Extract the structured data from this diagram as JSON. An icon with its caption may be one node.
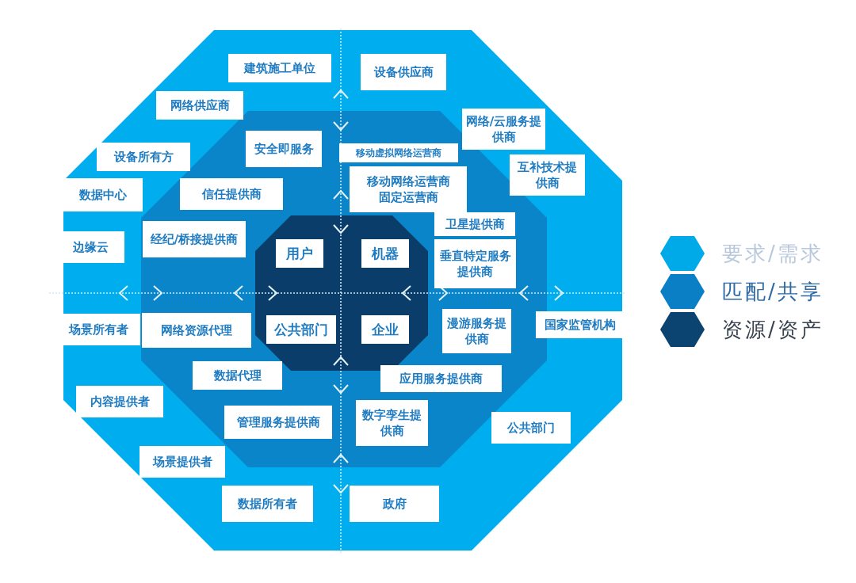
{
  "diagram": {
    "nodes": [
      {
        "text": [],
        "shape": "octagon"
      },
      {
        "text": [],
        "shape": "octagon",
        "in": 0
      },
      {
        "text": [],
        "shape": "octagon",
        "in": 1
      },
      {
        "text": [
          "建筑施工单位"
        ],
        "in": 0
      },
      {
        "text": [
          "设备供应商"
        ],
        "in": 0
      },
      {
        "text": [
          "网络供应商"
        ],
        "in": 0
      },
      {
        "text": [
          "网络/云服务提供商"
        ],
        "in": 0
      },
      {
        "text": [
          "设备所有方"
        ],
        "in": 0
      },
      {
        "text": [
          "互补技术提供商"
        ],
        "in": 0
      },
      {
        "text": [
          "数据中心"
        ],
        "in": 0
      },
      {
        "text": [
          "边缘云"
        ],
        "in": 0
      },
      {
        "text": [
          "场景所有者"
        ],
        "in": 0
      },
      {
        "text": [
          "国家监管机构"
        ],
        "in": 0
      },
      {
        "text": [
          "内容提供者"
        ],
        "in": 0
      },
      {
        "text": [
          "公共部门"
        ],
        "in": 0
      },
      {
        "text": [
          "场景提供者"
        ],
        "in": 0
      },
      {
        "text": [
          "数据所有者"
        ],
        "in": 0
      },
      {
        "text": [
          "政府"
        ],
        "in": 0
      },
      {
        "text": [
          "安全即服务"
        ],
        "in": 1
      },
      {
        "text": [
          "移动虚拟网络运营商"
        ],
        "in": 1
      },
      {
        "text": [
          "信任提供商"
        ],
        "in": 1
      },
      {
        "text": [
          "移动网络运营商",
          "固定运营商"
        ],
        "in": 1
      },
      {
        "text": [
          "卫星提供商"
        ],
        "in": 1
      },
      {
        "text": [
          "经纪/桥接提供商"
        ],
        "in": 1
      },
      {
        "text": [
          "垂直特定服务提供商"
        ],
        "in": 1
      },
      {
        "text": [
          "网络资源代理"
        ],
        "in": 1
      },
      {
        "text": [
          "漫游服务提供商"
        ],
        "in": 1
      },
      {
        "text": [
          "数据代理"
        ],
        "in": 1
      },
      {
        "text": [
          "应用服务提供商"
        ],
        "in": 1
      },
      {
        "text": [
          "管理服务提供商"
        ],
        "in": 1
      },
      {
        "text": [
          "数字孪生提供商"
        ],
        "in": 1
      },
      {
        "text": [
          "用户"
        ],
        "in": 2
      },
      {
        "text": [
          "机器"
        ],
        "in": 2
      },
      {
        "text": [
          "公共部门"
        ],
        "in": 2
      },
      {
        "text": [
          "企业"
        ],
        "in": 2
      }
    ],
    "edges": [],
    "legend": [
      {
        "text": "要求/需求",
        "color": "#00a9e8"
      },
      {
        "text": "匹配/共享",
        "color": "#0a7fc5"
      },
      {
        "text": "资源/资产",
        "color": "#0b4371"
      }
    ]
  }
}
